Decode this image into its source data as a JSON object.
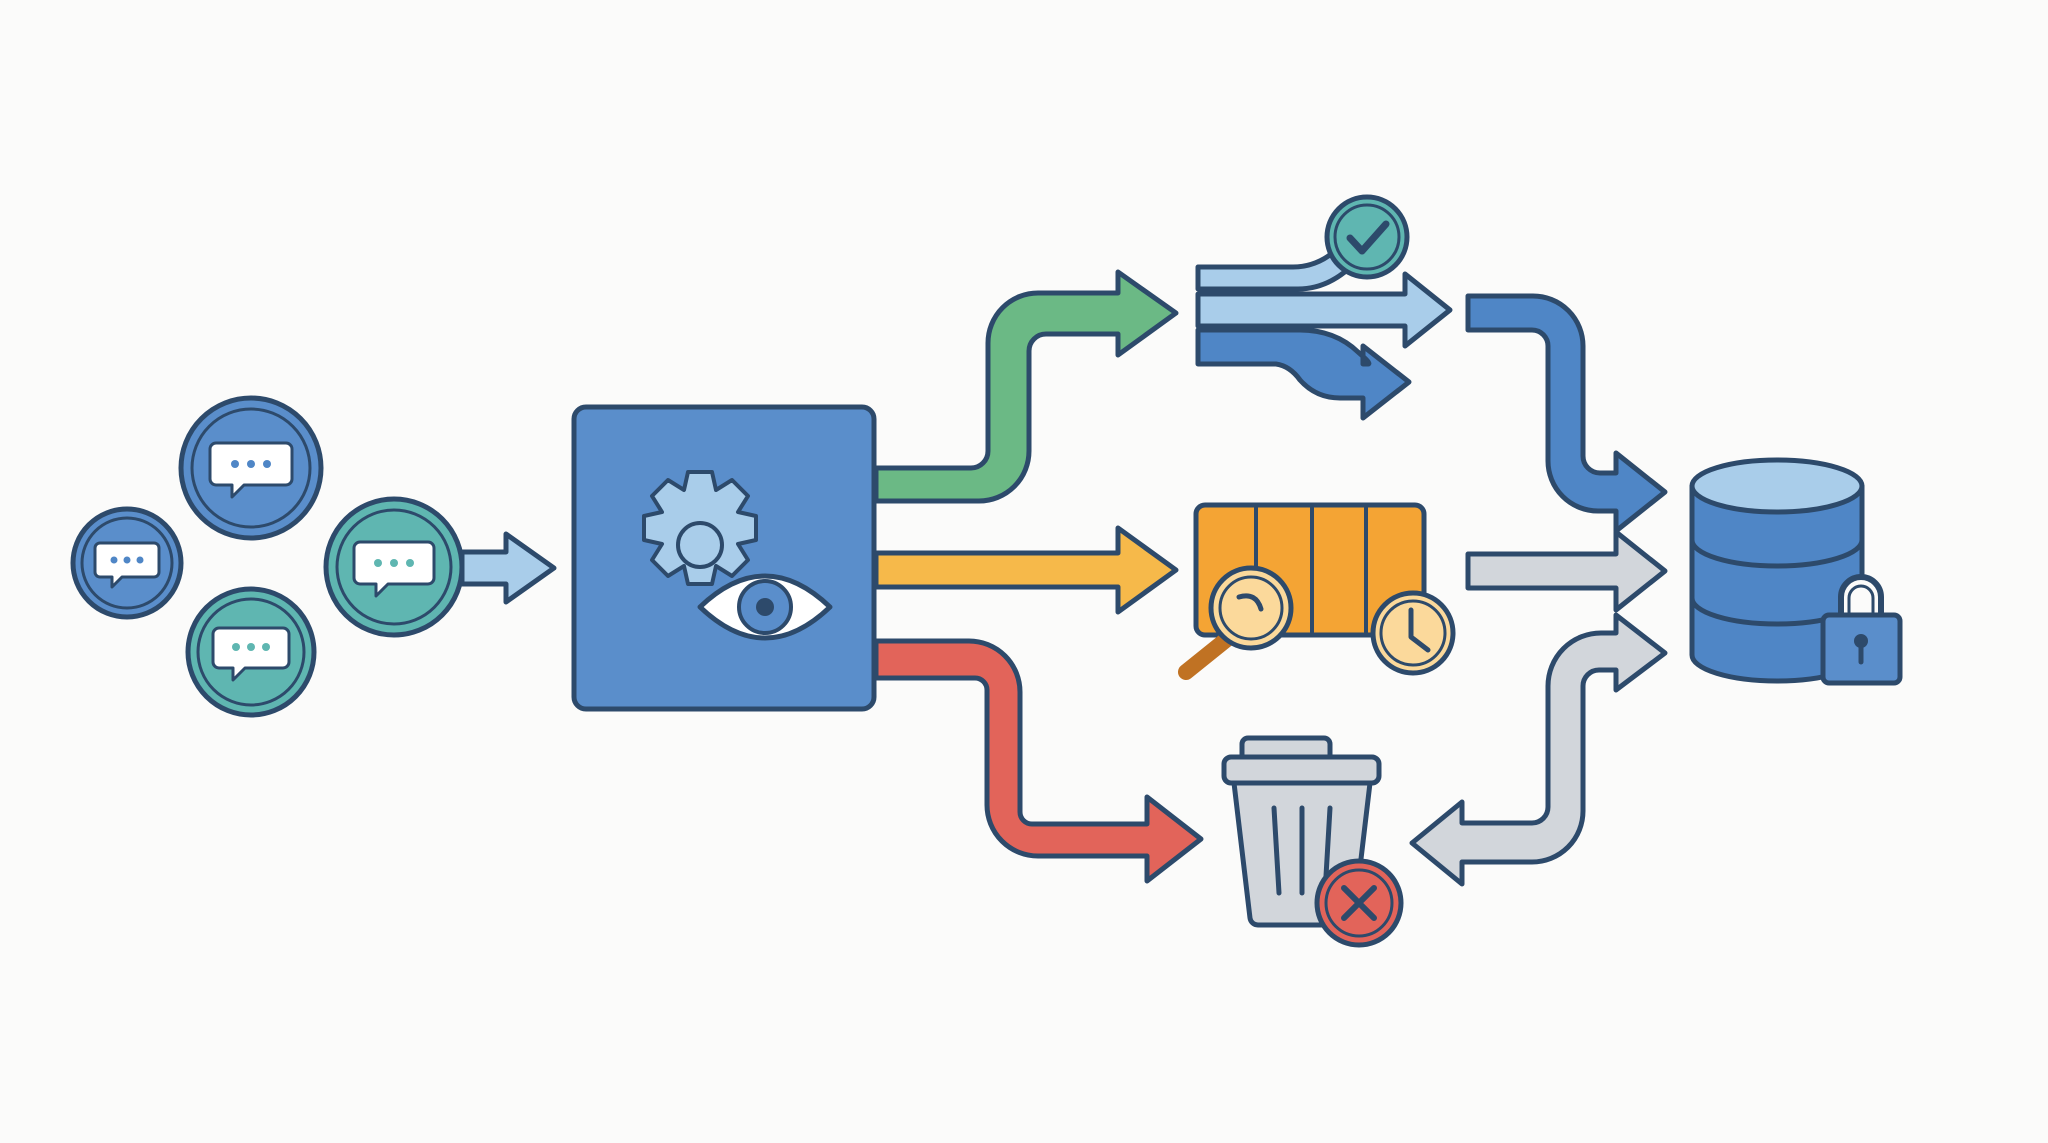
{
  "diagram": {
    "kind": "message-routing-flow",
    "labels": [],
    "nodes": [
      {
        "id": "incoming-messages",
        "icon": "chat-bubble-icon",
        "count": 4
      },
      {
        "id": "processor",
        "icons": [
          "gear-icon",
          "eye-icon"
        ]
      },
      {
        "id": "branch-router",
        "icons": [
          "split-arrows-icon",
          "check-badge-icon"
        ]
      },
      {
        "id": "delay-queue",
        "icons": [
          "queue-icon",
          "magnifier-icon",
          "clock-icon"
        ]
      },
      {
        "id": "trash",
        "icons": [
          "trash-can-icon",
          "x-badge-icon"
        ]
      },
      {
        "id": "secure-database",
        "icons": [
          "database-icon",
          "lock-icon"
        ]
      }
    ],
    "edges": [
      {
        "from": "incoming-messages",
        "to": "processor",
        "color": "#a9cdea"
      },
      {
        "from": "processor",
        "to": "branch-router",
        "color": "#6bb985"
      },
      {
        "from": "processor",
        "to": "delay-queue",
        "color": "#f6b94a"
      },
      {
        "from": "processor",
        "to": "trash",
        "color": "#e2645a"
      },
      {
        "from": "branch-router",
        "to": "secure-database",
        "color": "#4f86c6"
      },
      {
        "from": "delay-queue",
        "to": "secure-database",
        "color": "#d2d6db"
      },
      {
        "from": "secure-database",
        "to": "trash",
        "color": "#d2d6db"
      }
    ]
  },
  "colors": {
    "outline": "#2d4a6b",
    "blue": "#5a8ecb",
    "light_blue": "#a9cdea",
    "teal": "#5fb6b1",
    "green": "#6bb985",
    "orange": "#f4a434",
    "yellow": "#f6b94a",
    "red": "#e2645a",
    "grey": "#d2d6db",
    "background": "#fbfbfa"
  }
}
